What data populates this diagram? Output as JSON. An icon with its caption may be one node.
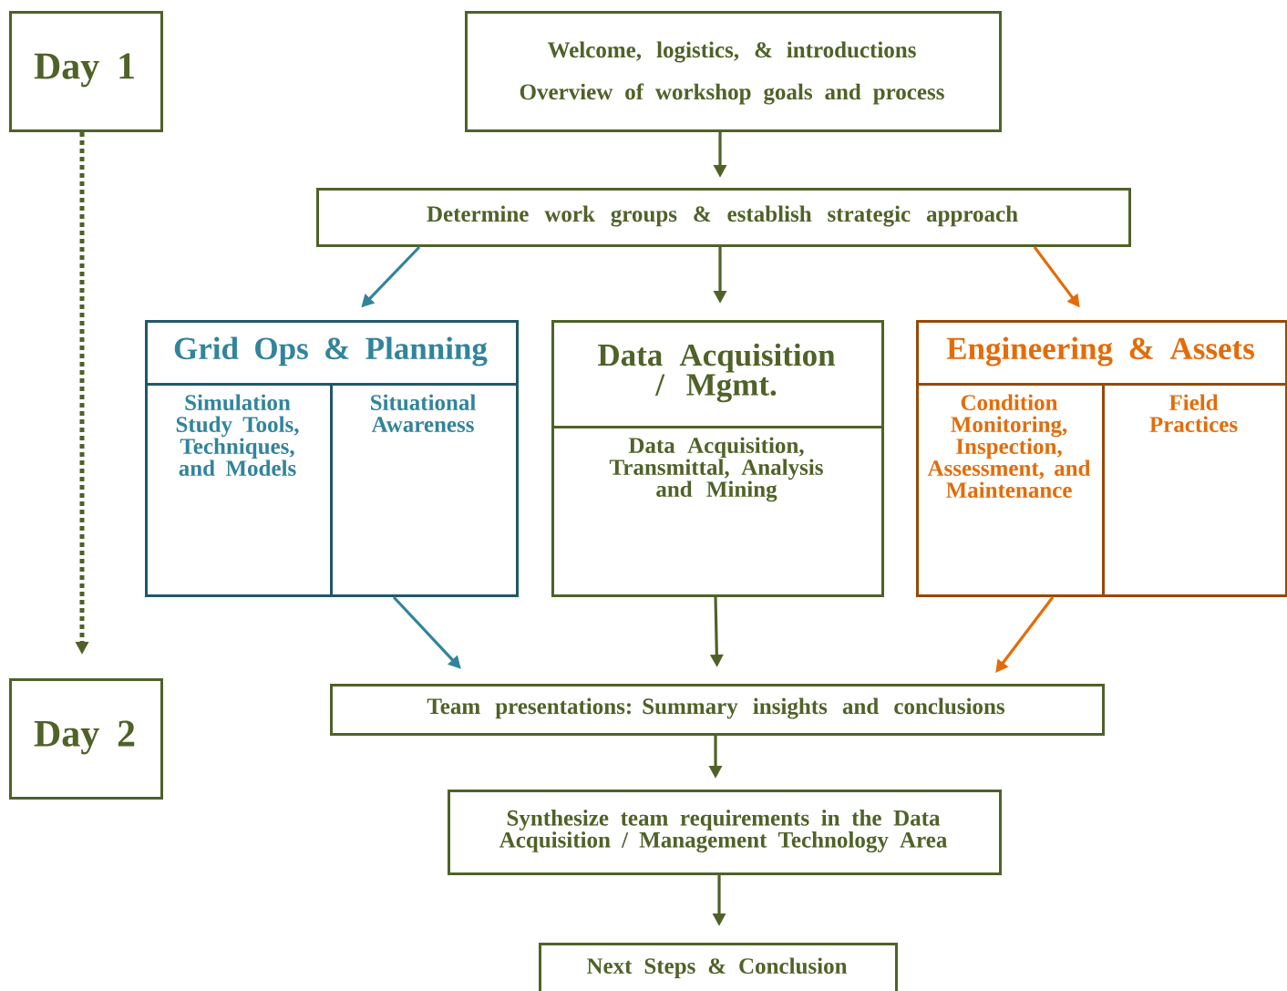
{
  "diagram": {
    "nodes": [
      {
        "text": [
          "Day 1"
        ]
      },
      {
        "text": [
          "Day 2"
        ]
      },
      {
        "text": [
          "Welcome, logistics, & introductions",
          "Overview of workshop goals and process"
        ]
      },
      {
        "text": [
          "Determine work groups & establish strategic approach"
        ]
      },
      {
        "text": [
          "Grid Ops & Planning"
        ]
      },
      {
        "text": [
          "Simulation Study Tools, Techniques, and Models"
        ],
        "in": 4
      },
      {
        "text": [
          "Situational Awareness"
        ],
        "in": 4
      },
      {
        "text": [
          "Data Acquisition / Mgmt."
        ]
      },
      {
        "text": [
          "Data Acquisition, Transmittal, Analysis and Mining"
        ],
        "in": 7
      },
      {
        "text": [
          "Engineering & Assets"
        ]
      },
      {
        "text": [
          "Condition Monitoring, Inspection, Assessment, and Maintenance"
        ],
        "in": 9
      },
      {
        "text": [
          "Field Practices"
        ],
        "in": 9
      },
      {
        "text": [
          "Team presentations: Summary insights and conclusions"
        ]
      },
      {
        "text": [
          "Synthesize team requirements in the Data Acquisition / Management Technology Area"
        ]
      },
      {
        "text": [
          "Next Steps & Conclusion"
        ]
      }
    ],
    "edges": [
      {
        "from": 0,
        "to": 1,
        "arrow": "to",
        "style": "dashed"
      },
      {
        "from": 2,
        "to": 3,
        "arrow": "to"
      },
      {
        "from": 3,
        "to": 4,
        "arrow": "to",
        "color": "#31849b"
      },
      {
        "from": 3,
        "to": 7,
        "arrow": "to"
      },
      {
        "from": 3,
        "to": 9,
        "arrow": "to",
        "color": "#e36c09"
      },
      {
        "from": 4,
        "to": 12,
        "arrow": "to",
        "color": "#31849b"
      },
      {
        "from": 7,
        "to": 12,
        "arrow": "to"
      },
      {
        "from": 9,
        "to": 12,
        "arrow": "to",
        "color": "#e36c09"
      },
      {
        "from": 12,
        "to": 13,
        "arrow": "to"
      },
      {
        "from": 13,
        "to": 14,
        "arrow": "to"
      }
    ]
  }
}
